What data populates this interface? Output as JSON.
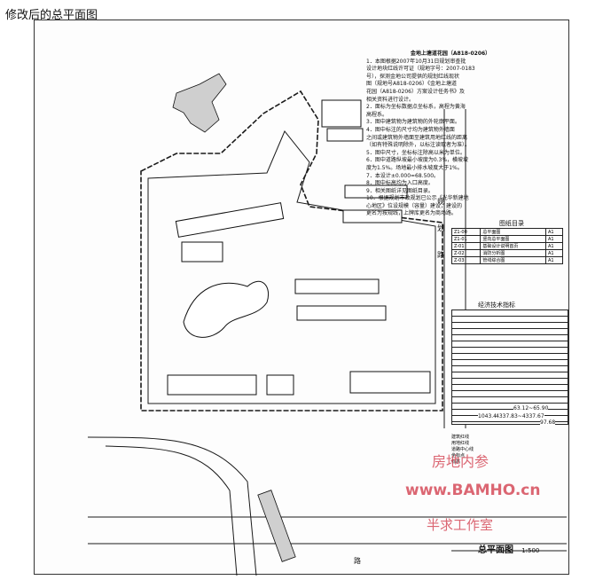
{
  "page": {
    "title": "修改后的总平面图"
  },
  "notes": {
    "heading": "金地上塘道花园（A818-0206）",
    "lines": [
      "1．本图根据2007年10月31日规划审查批",
      "设计地块红线许可证（规地字号：2007-0183",
      "号），探测金地公司提供的规划红线现状",
      "图（规地号A818-0206）《金地上塘道",
      "花园（A818-0206）方案设计任务书》及",
      "相关资料进行设计。",
      "2．面标为坐标数据点坐标系，高程为黄海",
      "高程系。",
      "3．图中建筑物为建筑物的外轮廓平面。",
      "4．图中标注的尺寸均为建筑物外墙面",
      "之间或建筑物外墙面至建筑用地红线的距离",
      "（如有特殊说明除外，以标注读取者为准）。",
      "5．图中尺寸，坐标标注除高以米为单位。",
      "6．图中道路纵坡最小坡度为0.3%，横坡坡",
      "度为1.5%。场地最小排水坡度大于1%。",
      "7．本设计±0.000=68.500。",
      "8．图中标高均为入口高度。",
      "9．相关图纸详见图纸目录。",
      "10．根据规划市政规划已公示《光华新建地",
      "心地区》位设规模（容量）建设，建设的",
      "更名为按规线，上牌库更名为商场路。"
    ]
  },
  "index": {
    "title": "图纸目录",
    "rows": [
      [
        "Z1-00",
        "总平面图",
        "A1"
      ],
      [
        "Z1-01",
        "竖向总平面图",
        "A1"
      ],
      [
        "Z-01",
        "基础设计说明首页",
        "A1"
      ],
      [
        "Z-02",
        "消防分析图",
        "A1"
      ],
      [
        "Z-03",
        "管线综合图",
        "A1"
      ]
    ]
  },
  "econ": {
    "title": "经济技术指标",
    "summary": [
      "63.12~65.90",
      "1043.47",
      "4337.83~4337.67",
      "97.68"
    ]
  },
  "road_label": "规 划 路",
  "bottom_road": "路",
  "scale": {
    "title": "总平面图",
    "ratio": "1:500"
  },
  "watermark": {
    "line1": "房地内参",
    "line2": "www.BAMHO.cn",
    "line3": "半求工作室"
  },
  "legend": {
    "items": [
      "建筑红线",
      "用地红线",
      "道路中心线",
      "坐标点",
      "标高"
    ]
  },
  "colors": {
    "watermark": "#d23c4c",
    "ink": "#1a1a1a"
  }
}
